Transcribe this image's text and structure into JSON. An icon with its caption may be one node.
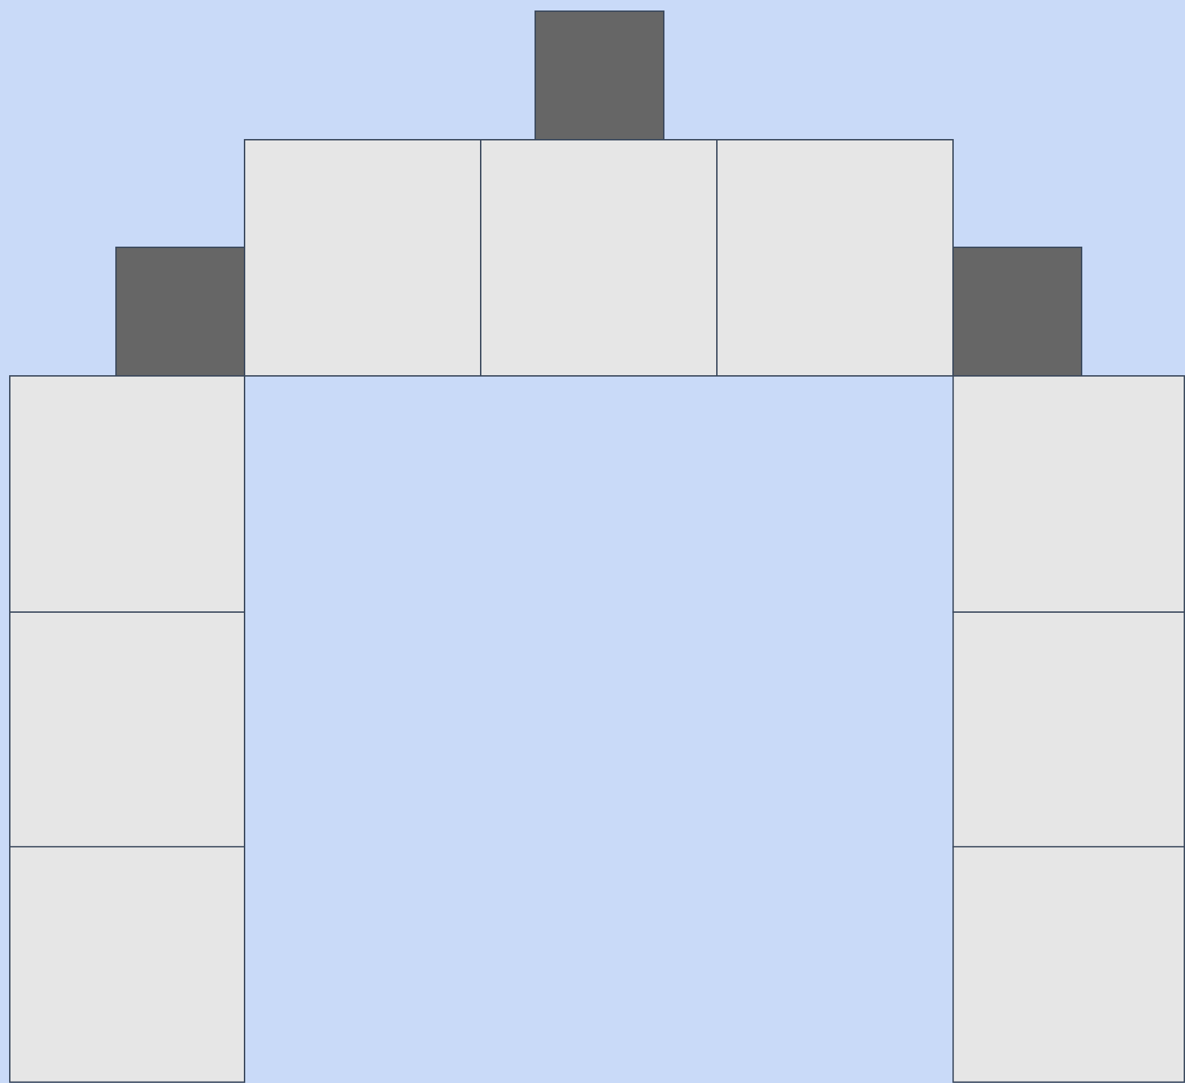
{
  "diagram": {
    "nodes": [
      {
        "text": [],
        "shape": "box"
      },
      {
        "text": [],
        "shape": "box"
      },
      {
        "text": [],
        "shape": "box"
      },
      {
        "text": [],
        "shape": "box"
      },
      {
        "text": [],
        "shape": "box"
      },
      {
        "text": [],
        "shape": "box"
      },
      {
        "text": [],
        "shape": "box"
      },
      {
        "text": [],
        "shape": "box"
      },
      {
        "text": [],
        "shape": "box"
      },
      {
        "text": [],
        "shape": "box"
      },
      {
        "text": [],
        "shape": "box"
      },
      {
        "text": [],
        "shape": "box"
      }
    ]
  }
}
